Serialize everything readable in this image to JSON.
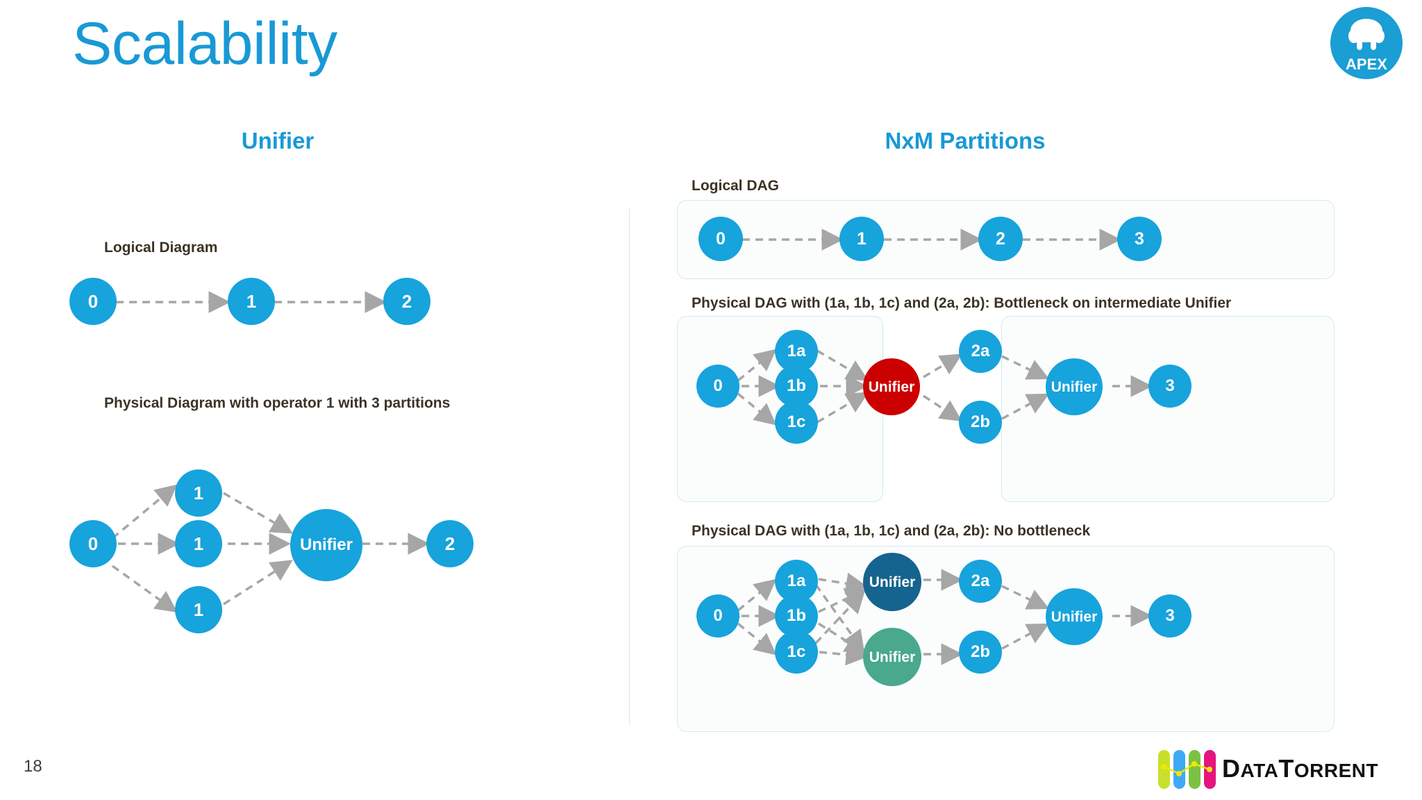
{
  "slide": {
    "title": "Scalability",
    "page_number": "18",
    "title_color": "#1899d6",
    "accent_color": "#17a3dc"
  },
  "brand": {
    "apex_label": "APEX",
    "datatorrent_name": "DataTorrent",
    "datatorrent_part1": "D",
    "datatorrent_part2": "ATA",
    "datatorrent_part3": "T",
    "datatorrent_part4": "ORRENT"
  },
  "columns": {
    "left_heading": "Unifier",
    "right_heading": "NxM Partitions"
  },
  "left_column": {
    "logical": {
      "caption": "Logical Diagram",
      "nodes": [
        {
          "id": "l0",
          "label": "0"
        },
        {
          "id": "l1",
          "label": "1"
        },
        {
          "id": "l2",
          "label": "2"
        }
      ],
      "edges": [
        {
          "from": "0",
          "to": "1"
        },
        {
          "from": "1",
          "to": "2"
        }
      ]
    },
    "physical": {
      "caption": "Physical Diagram with operator 1 with 3 partitions",
      "nodes": [
        {
          "id": "p0",
          "label": "0"
        },
        {
          "id": "p1a",
          "label": "1"
        },
        {
          "id": "p1b",
          "label": "1"
        },
        {
          "id": "p1c",
          "label": "1"
        },
        {
          "id": "pu",
          "label": "Unifier",
          "color": "#17a3dc"
        },
        {
          "id": "p2",
          "label": "2"
        }
      ],
      "edges": [
        {
          "from": "0",
          "to": "1"
        },
        {
          "from": "0",
          "to": "1"
        },
        {
          "from": "0",
          "to": "1"
        },
        {
          "from": "1",
          "to": "Unifier"
        },
        {
          "from": "1",
          "to": "Unifier"
        },
        {
          "from": "1",
          "to": "Unifier"
        },
        {
          "from": "Unifier",
          "to": "2"
        }
      ]
    }
  },
  "right_column": {
    "logical_dag": {
      "caption": "Logical DAG",
      "nodes": [
        {
          "id": "r0",
          "label": "0"
        },
        {
          "id": "r1",
          "label": "1"
        },
        {
          "id": "r2",
          "label": "2"
        },
        {
          "id": "r3",
          "label": "3"
        }
      ],
      "edges": [
        {
          "from": "0",
          "to": "1"
        },
        {
          "from": "1",
          "to": "2"
        },
        {
          "from": "2",
          "to": "3"
        }
      ]
    },
    "physical_bottleneck": {
      "caption": "Physical DAG with (1a, 1b, 1c) and (2a, 2b): Bottleneck on intermediate Unifier",
      "nodes": [
        {
          "id": "b0",
          "label": "0"
        },
        {
          "id": "b1a",
          "label": "1a"
        },
        {
          "id": "b1b",
          "label": "1b"
        },
        {
          "id": "b1c",
          "label": "1c"
        },
        {
          "id": "bu1",
          "label": "Unifier",
          "color": "#cc0000"
        },
        {
          "id": "b2a",
          "label": "2a"
        },
        {
          "id": "b2b",
          "label": "2b"
        },
        {
          "id": "bu2",
          "label": "Unifier",
          "color": "#17a3dc"
        },
        {
          "id": "b3",
          "label": "3"
        }
      ],
      "edges": [
        {
          "from": "0",
          "to": "1a"
        },
        {
          "from": "0",
          "to": "1b"
        },
        {
          "from": "0",
          "to": "1c"
        },
        {
          "from": "1a",
          "to": "Unifier"
        },
        {
          "from": "1b",
          "to": "Unifier"
        },
        {
          "from": "1c",
          "to": "Unifier"
        },
        {
          "from": "Unifier",
          "to": "2a"
        },
        {
          "from": "Unifier",
          "to": "2b"
        },
        {
          "from": "2a",
          "to": "Unifier"
        },
        {
          "from": "2b",
          "to": "Unifier"
        },
        {
          "from": "Unifier",
          "to": "3"
        }
      ]
    },
    "physical_no_bottleneck": {
      "caption": "Physical DAG with (1a, 1b, 1c) and (2a, 2b): No bottleneck",
      "nodes": [
        {
          "id": "n0",
          "label": "0"
        },
        {
          "id": "n1a",
          "label": "1a"
        },
        {
          "id": "n1b",
          "label": "1b"
        },
        {
          "id": "n1c",
          "label": "1c"
        },
        {
          "id": "nu1",
          "label": "Unifier",
          "color": "#15638f"
        },
        {
          "id": "nu2",
          "label": "Unifier",
          "color": "#4aa88c"
        },
        {
          "id": "n2a",
          "label": "2a"
        },
        {
          "id": "n2b",
          "label": "2b"
        },
        {
          "id": "nu3",
          "label": "Unifier",
          "color": "#17a3dc"
        },
        {
          "id": "n3",
          "label": "3"
        }
      ],
      "edges": [
        {
          "from": "0",
          "to": "1a"
        },
        {
          "from": "0",
          "to": "1b"
        },
        {
          "from": "0",
          "to": "1c"
        },
        {
          "from": "1a",
          "to": "Unifier-dark"
        },
        {
          "from": "1b",
          "to": "Unifier-dark"
        },
        {
          "from": "1c",
          "to": "Unifier-dark"
        },
        {
          "from": "1a",
          "to": "Unifier-teal"
        },
        {
          "from": "1b",
          "to": "Unifier-teal"
        },
        {
          "from": "1c",
          "to": "Unifier-teal"
        },
        {
          "from": "Unifier-dark",
          "to": "2a"
        },
        {
          "from": "Unifier-teal",
          "to": "2b"
        },
        {
          "from": "2a",
          "to": "Unifier"
        },
        {
          "from": "2b",
          "to": "Unifier"
        },
        {
          "from": "Unifier",
          "to": "3"
        }
      ]
    }
  }
}
